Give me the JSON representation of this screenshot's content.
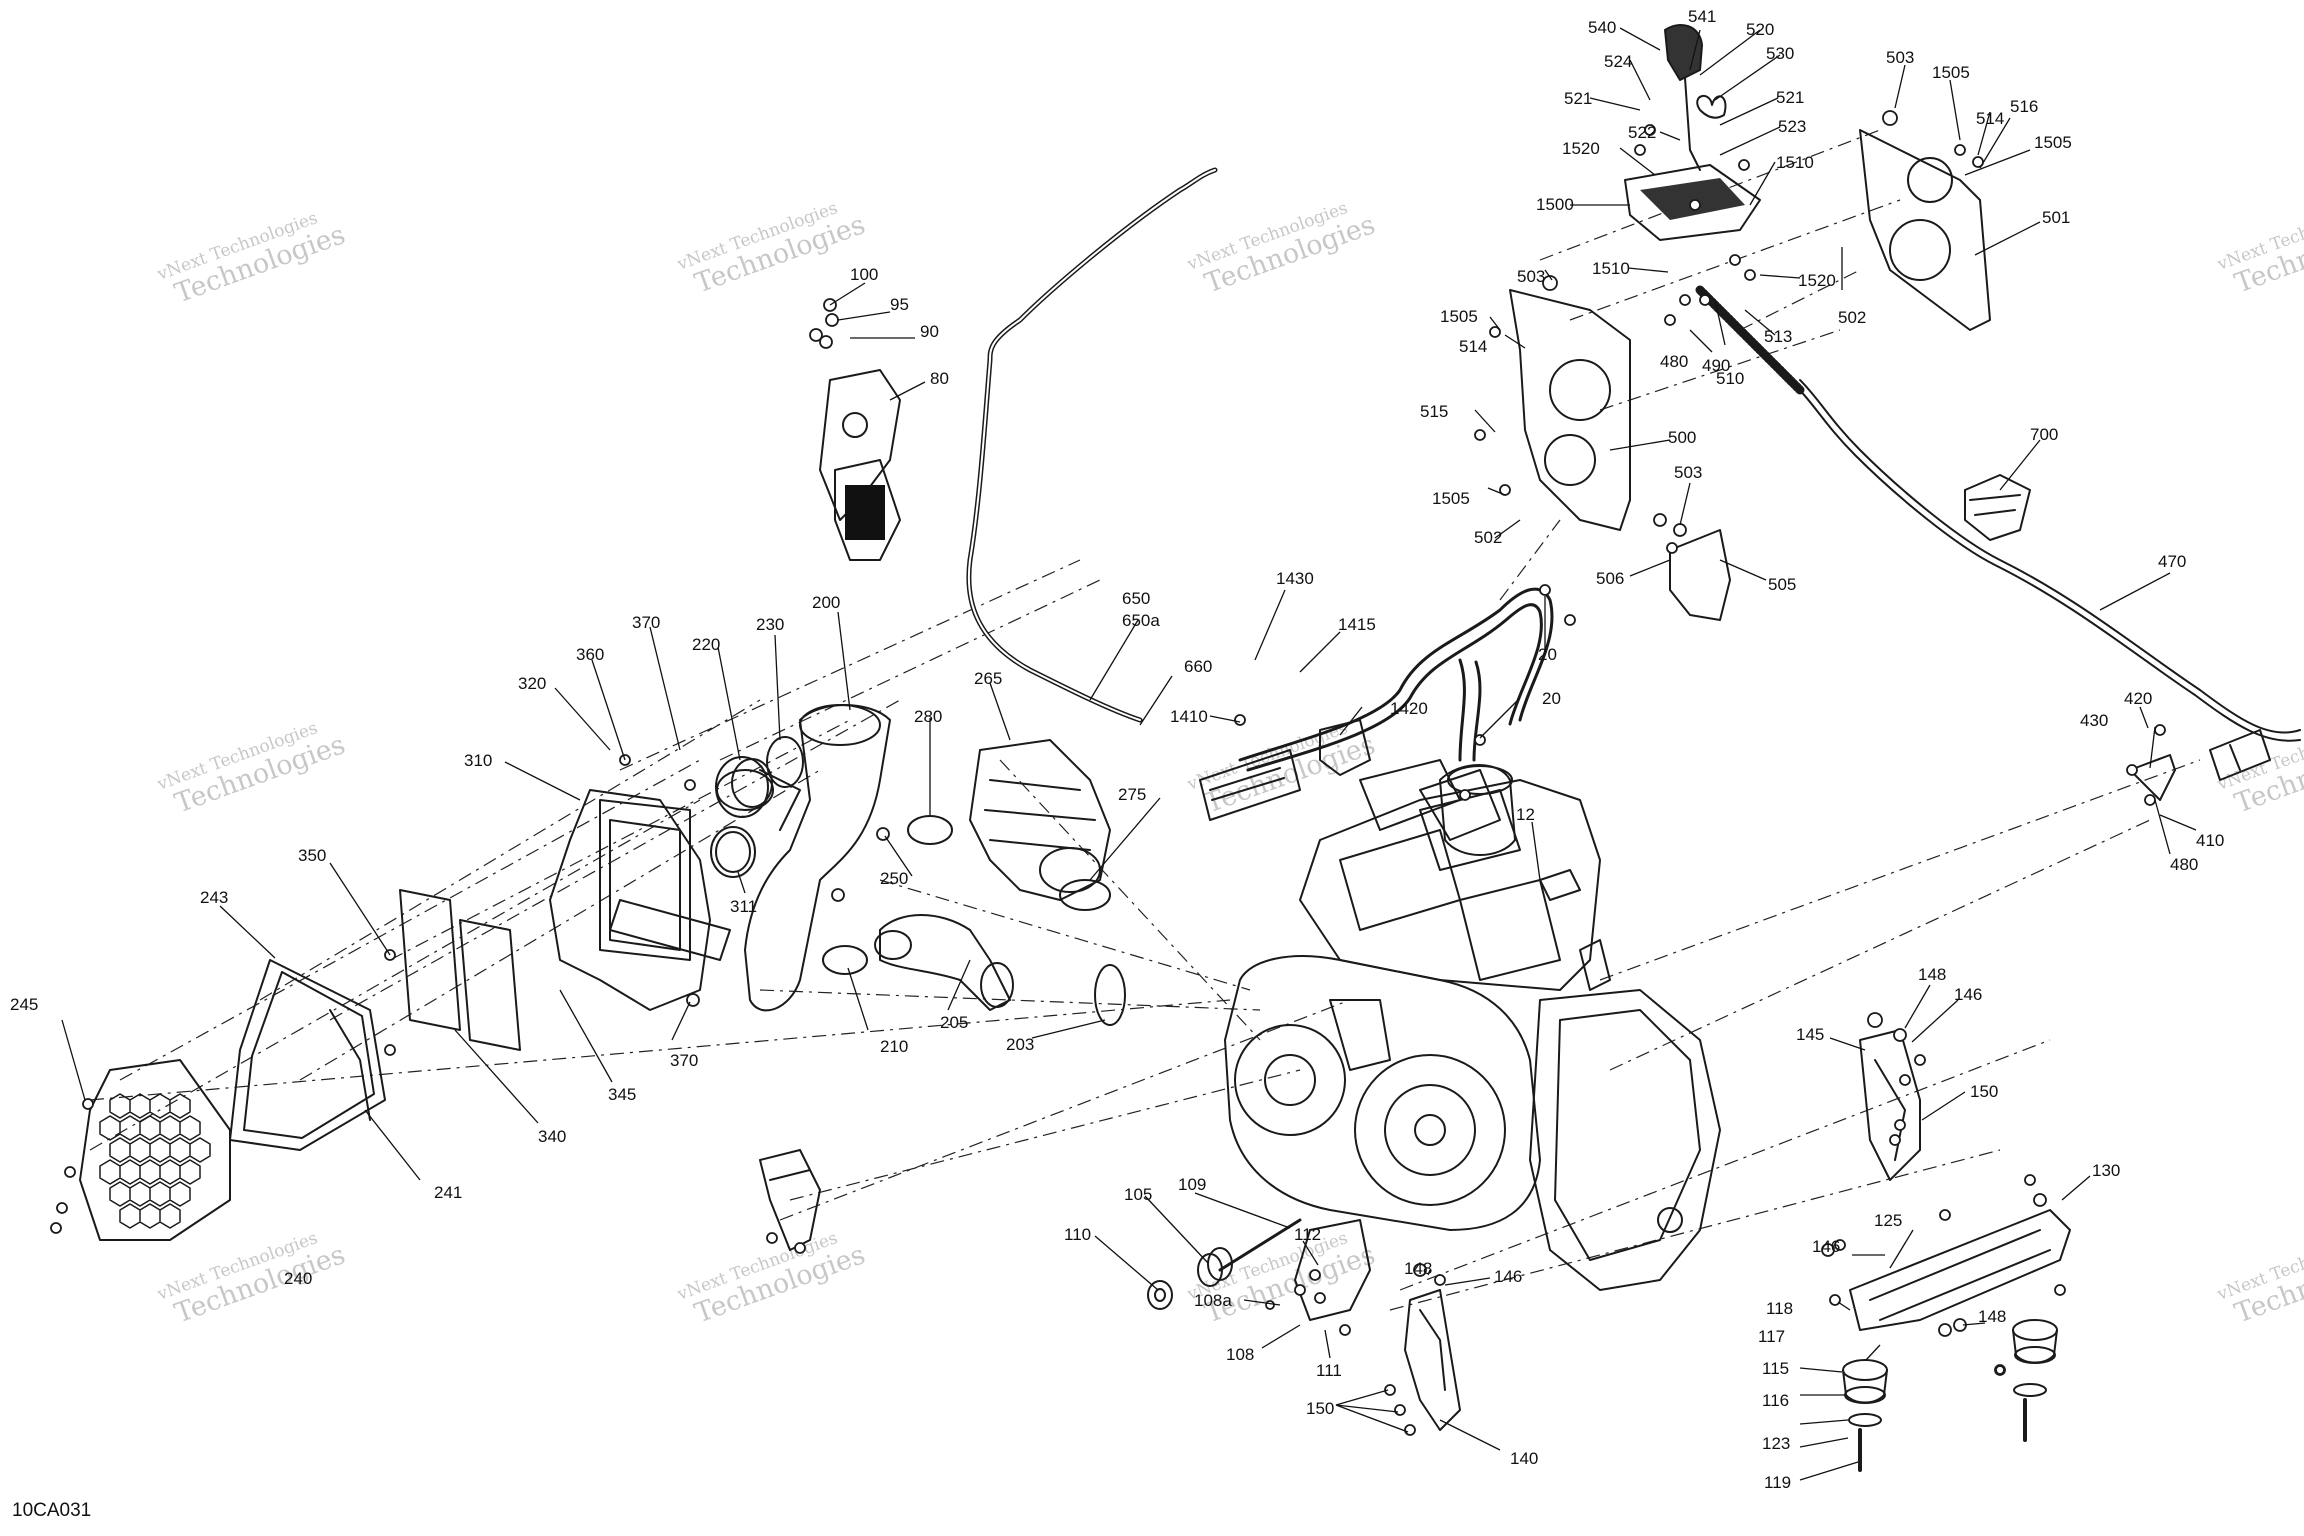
{
  "diagram_code": "10CA031",
  "watermark": {
    "line1": "vNext Technologies",
    "line2": "Technologies"
  },
  "callouts": [
    "540",
    "541",
    "520",
    "530",
    "524",
    "521",
    "521",
    "522",
    "523",
    "1520",
    "1510",
    "1500",
    "503",
    "1505",
    "514",
    "516",
    "1505",
    "501",
    "1510",
    "1520",
    "513",
    "502",
    "503",
    "1505",
    "514",
    "490",
    "480",
    "510",
    "515",
    "500",
    "1505",
    "502",
    "503",
    "700",
    "506",
    "505",
    "470",
    "100",
    "95",
    "90",
    "80",
    "650",
    "650a",
    "660",
    "1430",
    "1415",
    "1410",
    "1420",
    "20",
    "20",
    "370",
    "360",
    "230",
    "200",
    "220",
    "320",
    "310",
    "265",
    "280",
    "275",
    "250",
    "311",
    "420",
    "430",
    "480",
    "410",
    "12",
    "350",
    "243",
    "210",
    "205",
    "203",
    "370",
    "345",
    "340",
    "245",
    "241",
    "148",
    "146",
    "145",
    "150",
    "130",
    "240",
    "109",
    "105",
    "110",
    "112",
    "108a",
    "108",
    "111",
    "148",
    "146",
    "150",
    "140",
    "125",
    "146",
    "118",
    "117",
    "115",
    "116",
    "123",
    "119",
    "148"
  ]
}
